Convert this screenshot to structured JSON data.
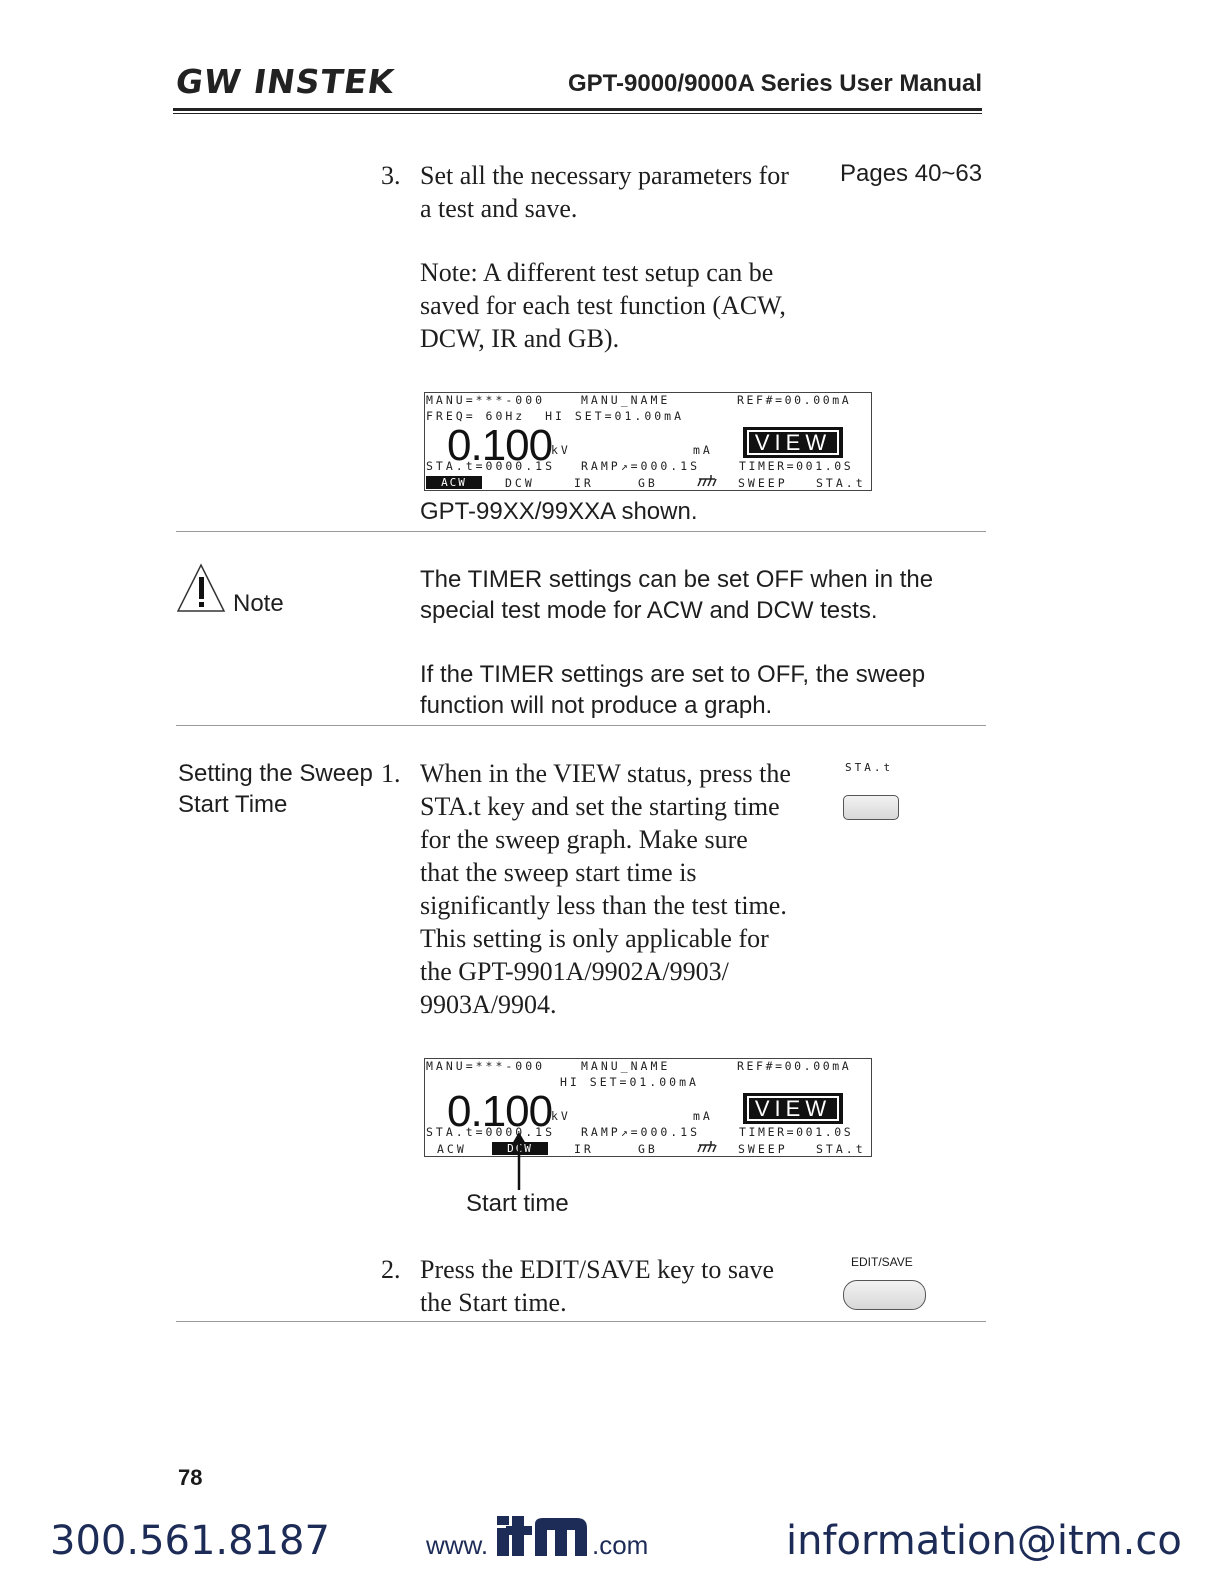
{
  "header": {
    "logo": "GW INSTEK",
    "title": "GPT-9000/9000A Series User Manual"
  },
  "step3": {
    "number": "3.",
    "line1": "Set all the necessary parameters for",
    "line2": "a test and save.",
    "reference": "Pages 40~63",
    "note_lines": [
      "Note: A different test setup can be",
      "saved for each test function (ACW,",
      "DCW, IR and GB)."
    ]
  },
  "display1": {
    "row1_left": "MANU=***-000",
    "row1_mid": "MANU_NAME",
    "row1_right": "REF#=00.00mA",
    "row2": "FREQ= 60Hz  HI SET=01.00mA",
    "value": "0.100",
    "unit_kv": "kV",
    "unit_ma": "mA",
    "view": "VIEW",
    "row4_left": "STA.t=0000.1S",
    "row4_mid": "RAMP↗=000.1S",
    "row4_right": "TIMER=001.0S",
    "tabs": [
      "ACW",
      "DCW",
      "IR",
      "GB",
      "SWEEP",
      "STA.t"
    ]
  },
  "display1_caption": "GPT-99XX/99XXA shown.",
  "note": {
    "label": "Note",
    "para1": [
      "The TIMER settings can be set OFF when in the",
      "special test mode for ACW and DCW tests."
    ],
    "para2": [
      "If the TIMER settings are set to OFF, the sweep",
      "function will not produce a graph."
    ]
  },
  "sweep_section": {
    "label": [
      "Setting the Sweep",
      "Start Time"
    ],
    "step1_number": "1.",
    "step1_lines": [
      "When in the VIEW status, press the",
      "STA.t key and set the starting time",
      "for the sweep graph. Make sure",
      "that the sweep start time is",
      "significantly less than the test time.",
      "This setting is only applicable for",
      "the GPT-9901A/9902A/9903/",
      "9903A/9904."
    ],
    "key1_label": "STA.t",
    "start_time_label": "Start time",
    "step2_number": "2.",
    "step2_lines": [
      "Press the EDIT/SAVE key to save",
      "the Start time."
    ],
    "key2_label": "EDIT/SAVE"
  },
  "display2": {
    "row1_left": "MANU=***-000",
    "row1_mid": "MANU_NAME",
    "row1_right": "REF#=00.00mA",
    "row2": "HI SET=01.00mA",
    "value": "0.100",
    "unit_kv": "kV",
    "unit_ma": "mA",
    "view": "VIEW",
    "row4_left": "STA.t=0000.1S",
    "row4_mid": "RAMP↗=000.1S",
    "row4_right": "TIMER=001.0S",
    "tabs": [
      "ACW",
      "DCW",
      "IR",
      "GB",
      "SWEEP",
      "STA.t"
    ]
  },
  "footer": {
    "page_number": "78",
    "phone": "300.561.8187",
    "web_prefix": "www.",
    "web_logo": "itm",
    "web_suffix": ".com",
    "email": "information@itm.co"
  }
}
